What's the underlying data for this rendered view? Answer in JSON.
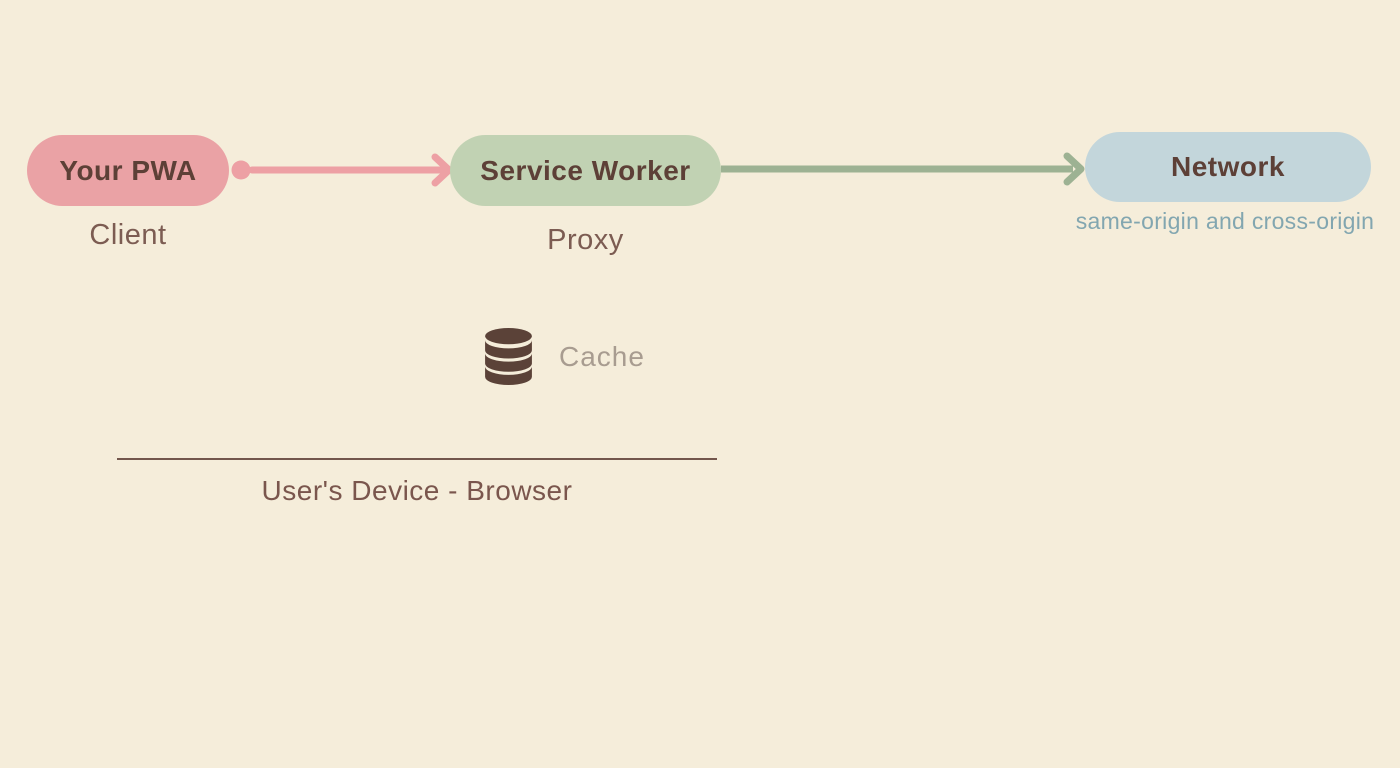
{
  "diagram": {
    "background_color": "#f5edda",
    "nodes": [
      {
        "id": "pwa",
        "label": "Your PWA",
        "sublabel": "Client",
        "fill": "#eaa2a5",
        "text_color": "#5d4037"
      },
      {
        "id": "service-worker",
        "label": "Service Worker",
        "sublabel": "Proxy",
        "fill": "#c1d2b3",
        "text_color": "#5d4037"
      },
      {
        "id": "network",
        "label": "Network",
        "sublabel": "same-origin and cross-origin",
        "fill": "#c3d6db",
        "text_color": "#5d4037",
        "sublabel_color": "#82a6b0"
      }
    ],
    "connectors": [
      {
        "from": "pwa",
        "to": "service-worker",
        "color": "#eda0a4",
        "style": "dot-tail-arrowhead"
      },
      {
        "from": "service-worker",
        "to": "network",
        "color": "#9db293",
        "style": "arrowhead"
      }
    ],
    "cache": {
      "label": "Cache",
      "icon": "database-icon",
      "icon_color": "#5b4238",
      "label_color": "#a89c90"
    },
    "device_boundary": {
      "label": "User's Device - Browser",
      "line_color": "#73564c"
    }
  }
}
